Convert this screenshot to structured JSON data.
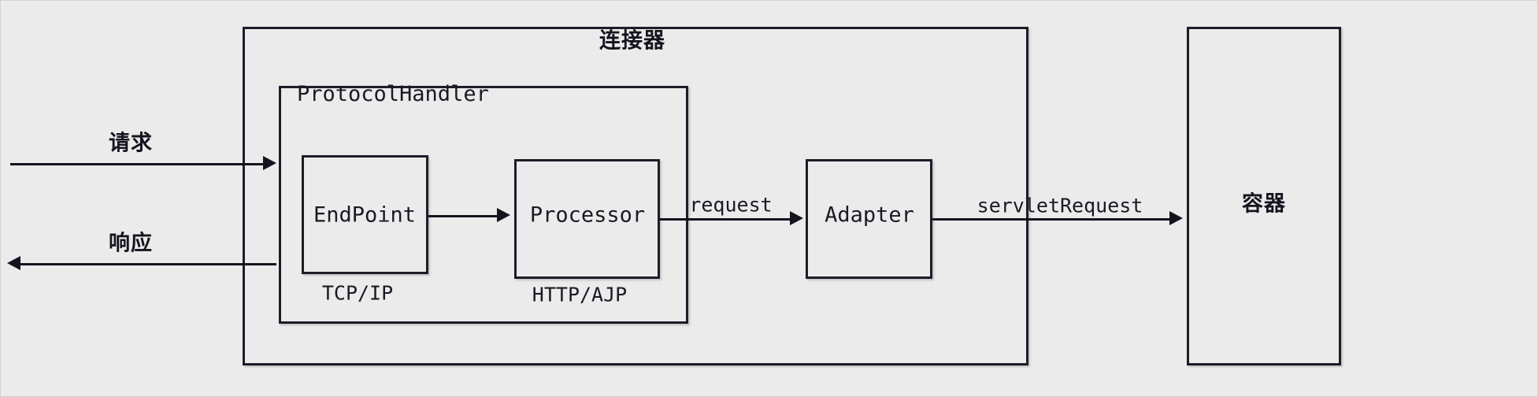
{
  "diagram": {
    "title_visible": false,
    "background_color": "#ebebeb",
    "stroke_color": "#14141e",
    "boxes": {
      "connector": {
        "label": "连接器"
      },
      "protocol_handler": {
        "label": "ProtocolHandler"
      },
      "endpoint": {
        "label": "EndPoint",
        "sublabel": "TCP/IP"
      },
      "processor": {
        "label": "Processor",
        "sublabel": "HTTP/AJP"
      },
      "adapter": {
        "label": "Adapter"
      },
      "container": {
        "label": "容器"
      }
    },
    "edges": {
      "request_in": {
        "label": "请求"
      },
      "response_out": {
        "label": "响应"
      },
      "endpoint_to_processor": {
        "label": ""
      },
      "processor_to_adapter": {
        "label": "request"
      },
      "adapter_to_container": {
        "label": "servletRequest"
      }
    }
  }
}
